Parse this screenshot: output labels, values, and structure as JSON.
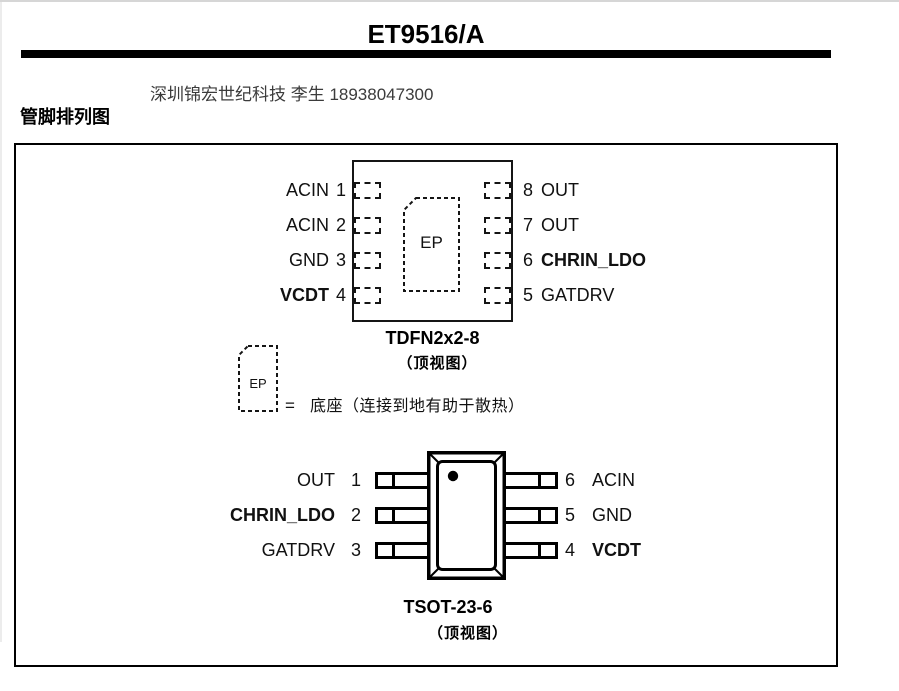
{
  "header": {
    "title": "ET9516/A",
    "contact": "深圳锦宏世纪科技 李生 18938047300",
    "section_heading": "管脚排列图"
  },
  "tdfn": {
    "package_name": "TDFN2x2-8",
    "view_label": "（顶视图）",
    "ep_label": "EP",
    "left_pins": [
      {
        "name": "ACIN",
        "num": "1"
      },
      {
        "name": "ACIN",
        "num": "2"
      },
      {
        "name": "GND",
        "num": "3"
      },
      {
        "name": "VCDT",
        "num": "4"
      }
    ],
    "right_pins": [
      {
        "num": "8",
        "name": "OUT"
      },
      {
        "num": "7",
        "name": "OUT"
      },
      {
        "num": "6",
        "name": "CHRIN_LDO"
      },
      {
        "num": "5",
        "name": "GATDRV"
      }
    ]
  },
  "legend": {
    "ep_label": "EP",
    "equals_sign": "=",
    "description": "底座（连接到地有助于散热）"
  },
  "tsot": {
    "package_name": "TSOT-23-6",
    "view_label": "（顶视图）",
    "left_pins": [
      {
        "name": "OUT",
        "num": "1"
      },
      {
        "name": "CHRIN_LDO",
        "num": "2"
      },
      {
        "name": "GATDRV",
        "num": "3"
      }
    ],
    "right_pins": [
      {
        "num": "6",
        "name": "ACIN"
      },
      {
        "num": "5",
        "name": "GND"
      },
      {
        "num": "4",
        "name": "VCDT"
      }
    ]
  },
  "colors": {
    "line_black": "#000000",
    "text_dark": "#111111",
    "contact_gray": "#3b3b3b",
    "page_edge_gray": "#d6d6d6"
  }
}
